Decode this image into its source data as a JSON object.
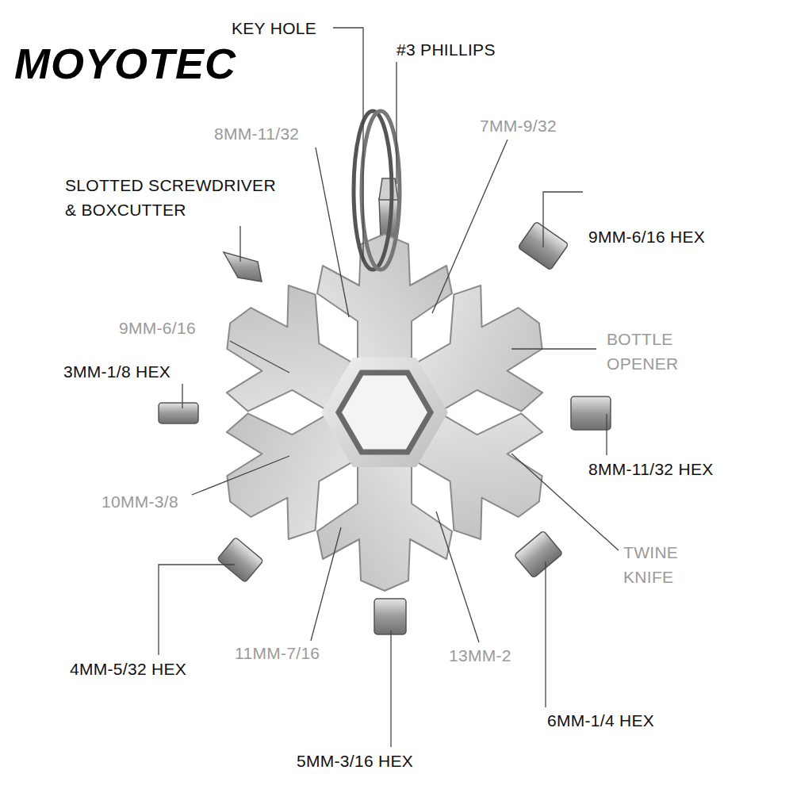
{
  "diagram": {
    "labels": [
      "MOYOTEC",
      "KEY HOLE",
      "#3 PHILLIPS",
      "8MM-11/32",
      "7MM-9/32",
      "SLOTTED SCREWDRIVER & BOXCUTTER",
      "9MM-6/16 HEX",
      "9MM-6/16",
      "BOTTLE OPENER",
      "3MM-1/8 HEX",
      "8MM-11/32 HEX",
      "10MM-3/8",
      "TWINE KNIFE",
      "4MM-5/32 HEX",
      "11MM-7/16",
      "13MM-2",
      "6MM-1/4 HEX",
      "5MM-3/16 HEX"
    ]
  }
}
